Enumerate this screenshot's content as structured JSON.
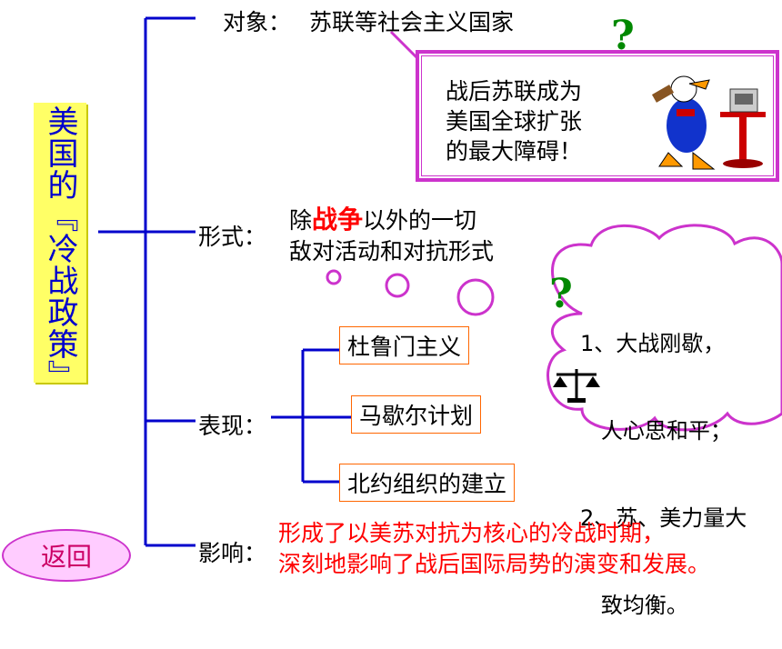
{
  "title": "美国的『冷战政策』",
  "branches": {
    "target": {
      "label": "对象：",
      "text": "苏联等社会主义国家"
    },
    "form": {
      "label": "形式：",
      "line1_pre": "除",
      "line1_highlight": "战争",
      "line1_post": "以外的一切",
      "line2": "敌对活动和对抗形式"
    },
    "manifest": {
      "label": "表现：",
      "items": [
        "杜鲁门主义",
        "马歇尔计划",
        "北约组织的建立"
      ]
    },
    "impact": {
      "label": "影响：",
      "line1": "形成了以美苏对抗为核心的冷战时期，",
      "line2": "深刻地影响了战后国际局势的演变和发展。"
    }
  },
  "note_box": {
    "lines": [
      "战后苏联成为",
      "美国全球扩张",
      "的最大障碍！"
    ]
  },
  "cloud": {
    "lines": [
      "1、大战刚歇，",
      "   人心思和平；",
      "2、苏、美力量大",
      "   致均衡。"
    ]
  },
  "question_mark": "?",
  "back_button": "返回",
  "colors": {
    "lines": "#0000cc",
    "title_bg": "#ffff66",
    "title_text": "#0000cc",
    "accent_red": "#ff0000",
    "pink": "#cc33cc",
    "question": "#008800",
    "box_border": "#ff6600"
  }
}
